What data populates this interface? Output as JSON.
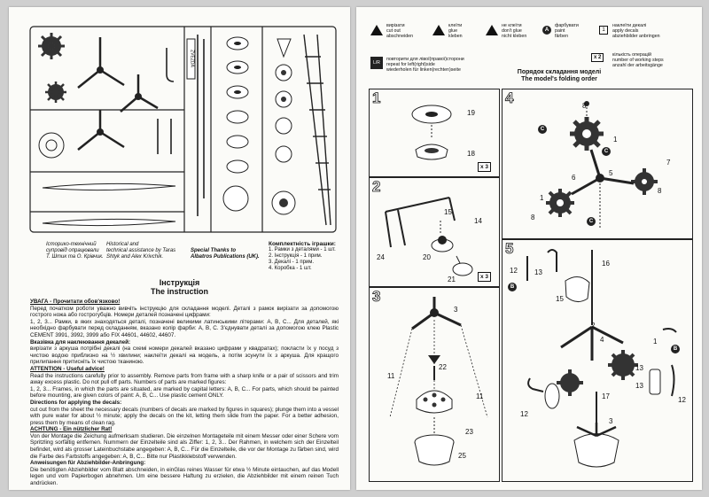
{
  "credits": {
    "col1": [
      "Історико-технічний",
      "супровід опрацювали",
      "Т. Штик та О. Крівчик."
    ],
    "col2": [
      "Historical and",
      "technical assistance by Taras",
      "Shtyk and Alex Krivchik."
    ],
    "col3": [
      "Special Thanks to",
      "Albatros Publications (UK)."
    ]
  },
  "contents": {
    "title": "Комплектність іграшки:",
    "items": [
      "1. Рамки з деталями - 1 шт.",
      "2. Інструкція - 1 прим.",
      "3. Декалі - 1 прим.",
      "4. Коробка - 1 шт."
    ]
  },
  "instruction_title": [
    "Інструкція",
    "The instruction"
  ],
  "text_paragraphs": [
    {
      "cls": "head",
      "t": "УВАГА - Прочитати обов'язково!"
    },
    {
      "cls": "",
      "t": "Перед початком роботи уважно вивчіть інструкцію для складання моделі. Деталі з рамок вирізати за допомогою гострого ножа або гострогубців. Номери деталей позначені цифрами:"
    },
    {
      "cls": "",
      "t": "1, 2, 3... Рамки, в яких знаходяться деталі, позначені великими латинськими літерами: A, B, C... Для деталей, які необхідно фарбувати перед складанням, вказано колір фарби: A, B, C. З'єднувати деталі за допомогою клею Plastic CEMENT 3991, 3992, 3999 або FIX 44601, 44602, 44607."
    },
    {
      "cls": "bold",
      "t": "Вказівка для наклеювання декалей:"
    },
    {
      "cls": "",
      "t": "вирізати з аркуша потрібні декалі (на схемі номери декалей вказано цифрами у квадратах); покласти їх у посуд з чистою водою приблизно на ½ хвилини; наклеїти декалі на модель, а потім зсунути їх з аркуша. Для кращого прилипання притисніть їх чистою тканиною."
    },
    {
      "cls": "head",
      "t": "ATTENTION - Useful advice!"
    },
    {
      "cls": "",
      "t": "Read the instructions carefully prior to assembly. Remove parts from frame with a sharp knife or a pair of scissors and trim away excess plastic. Do not pull off parts. Numbers of parts are marked figures:"
    },
    {
      "cls": "",
      "t": "1, 2, 3... Frames, in which the parts are situated, are marked by capital letters: A, B, C... For parts, which should be painted before mounting, are given colors of paint: A, B, C... Use plastic cement ONLY."
    },
    {
      "cls": "bold",
      "t": "Directions for applying the decals:"
    },
    {
      "cls": "",
      "t": "cut out from the sheet the necessary decals (numbers of decals are marked by figures in squares); plunge them into a vessel with pure water for about ½ minute; apply the decals on the kit, letting them slide from the paper. For a better adhesion, press them by means of clean rag."
    },
    {
      "cls": "head",
      "t": "ACHTUNG - Ein nützlicher Rat!"
    },
    {
      "cls": "",
      "t": "Von der Montage die Zeichung aufmerksam studieren. Die einzelnen Montageteile mit einem Messer oder einer Schere vom Spritzling sorfältig entfernen. Nummern der Einzelteile sind als Ziffer: 1, 2, 3... Der Rahmen, in welchem sich der Einzelteil befindet, wird als grosser Lateinbuchstabe angegeben: A, B, C... Für die Einzelteile, die vor der Montage zu färben sind, wird die Farbe des Farbstoffs angegeben: A, B, C... Bitte nur Plastikklebstoff verwenden."
    },
    {
      "cls": "bold",
      "t": "Anweisungen für Abziehbilder-Anbringung:"
    },
    {
      "cls": "",
      "t": "Die benötigten Abziehbilder vom Blatt abschneiden, in einGlas reines Wasser für etwa ½ Minute eintauchen, auf das Modell legen und vom Papierbogen abnehmen. Um eine bessere Haftung zu erzielen, die Abziehbilder mit einem reinen Tuch andrücken."
    }
  ],
  "legend": {
    "cut": [
      "вирізати",
      "cut out",
      "abschneiden"
    ],
    "glue": [
      "клеїти",
      "glue",
      "kleben"
    ],
    "noglue": [
      "не клеїти",
      "don't glue",
      "nicht kleben"
    ],
    "paint": [
      "фарбувати",
      "paint",
      "färben"
    ],
    "decals": [
      "наклеїти декалі",
      "apply decals",
      "abziehbilder anbringen"
    ],
    "repeat": [
      "повторити для лівої(правої)сторони",
      "repeat for left(right)side",
      "wiederholen für linken(rechten)seite"
    ],
    "steps": [
      "кількість операцій",
      "number of working steps",
      "anzahl der arbeitsgänge"
    ],
    "paint_symbol": "A",
    "decal_symbol": "1",
    "steps_symbol": "x 2",
    "repeat_symbol": "L/R"
  },
  "order_title": [
    "Порядок складання моделі",
    "The model's folding order"
  ],
  "sprue_code": "ZVEZDA",
  "steps": {
    "s1": {
      "num": "1",
      "labels": [
        "19",
        "18"
      ],
      "badge": "x 3"
    },
    "s2": {
      "num": "2",
      "labels": [
        "15",
        "14",
        "24",
        "20",
        "21"
      ],
      "badge": "x 3"
    },
    "s3": {
      "num": "3",
      "labels": [
        "3",
        "11",
        "22",
        "11",
        "23",
        "25"
      ]
    },
    "s4": {
      "num": "4",
      "labels": [
        "8",
        "C",
        "1",
        "C",
        "7",
        "6",
        "5",
        "1",
        "8",
        "8",
        "C"
      ],
      "circles": [
        "C",
        "C",
        "C"
      ]
    },
    "s5": {
      "num": "5",
      "labels": [
        "12",
        "13",
        "16",
        "B",
        "15",
        "2",
        "4",
        "1",
        "13",
        "B",
        "13",
        "12",
        "17",
        "12",
        "3"
      ],
      "circles": [
        "B",
        "B"
      ]
    }
  }
}
